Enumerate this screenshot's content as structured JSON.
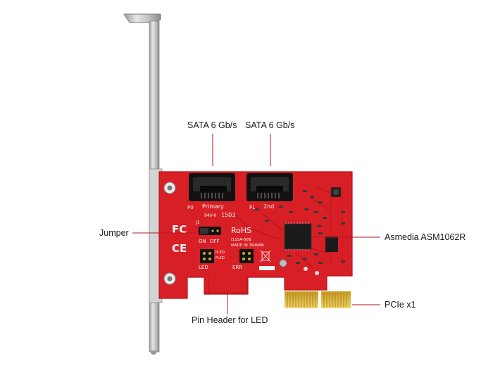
{
  "callouts": {
    "sata_left": "SATA 6 Gb/s",
    "sata_right": "SATA 6 Gb/s",
    "jumper": "Jumper",
    "chip": "Asmedia ASM1062R",
    "pcie": "PCIe x1",
    "pin_header": "Pin Header for LED"
  },
  "board_print": {
    "p0": "P0",
    "primary": "Primary",
    "p1": "P1",
    "second": "2nd",
    "fc": "FC",
    "ce": "CE",
    "rohs": "RoHS",
    "on": "ON",
    "off": "OFF",
    "led": "LED",
    "err": "ERR",
    "pled": "PLED",
    "made_in_taiwan": "MADE IN TAIWAN",
    "model": "I115A-00B",
    "batch": "94V-0",
    "date_code": "1503",
    "j1": "J1"
  },
  "colors": {
    "pcb": "#d91f26",
    "pcb_edge": "#b5151b",
    "gold": "#d9b43a",
    "bracket": "#c9c9c9",
    "connector": "#111111",
    "callout_line": "#b01a1f"
  }
}
